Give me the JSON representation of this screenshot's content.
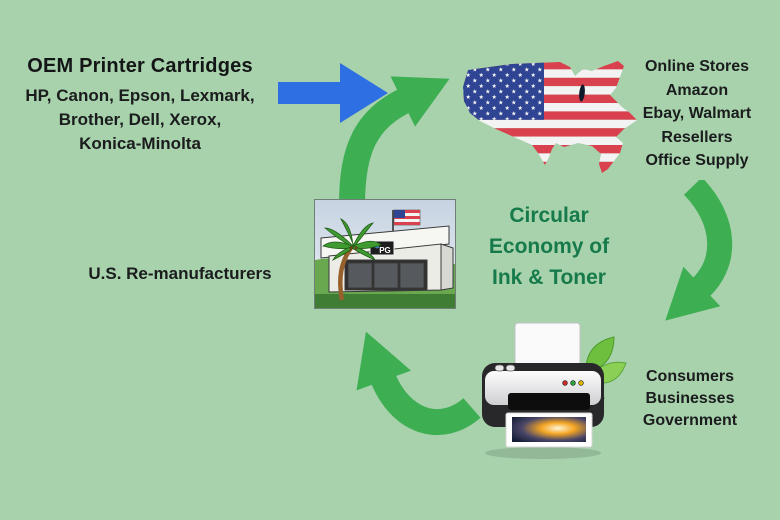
{
  "colors": {
    "background": "#a7d2ac",
    "arrow_green": "#3eae53",
    "arrow_blue": "#2e6fe4",
    "title_green": "#177a4b",
    "text_dark": "#1b1c1d",
    "flag_red": "#d8414d",
    "flag_blue": "#2f4593"
  },
  "oem": {
    "title": "OEM Printer Cartridges",
    "lines": [
      "HP, Canon, Epson, Lexmark,",
      "Brother, Dell, Xerox,",
      "Konica-Minolta"
    ]
  },
  "online_stores": {
    "lines": [
      "Online Stores",
      "Amazon",
      "Ebay, Walmart",
      "Resellers",
      "Office Supply"
    ]
  },
  "center_title": {
    "lines": [
      "Circular",
      "Economy of",
      "Ink & Toner"
    ]
  },
  "remanufacturers": {
    "label": "U.S. Re-manufacturers"
  },
  "consumers": {
    "lines": [
      "Consumers",
      "Businesses",
      "Government"
    ]
  },
  "building": {
    "sign_text": "PG"
  },
  "icons": {
    "usa_map": "usa-flag-map-icon",
    "blue_arrow": "right-arrow-icon",
    "green_arrows": "curved-arrow-icon",
    "factory": "remanufacturer-building-illustration",
    "printer": "eco-printer-illustration"
  }
}
